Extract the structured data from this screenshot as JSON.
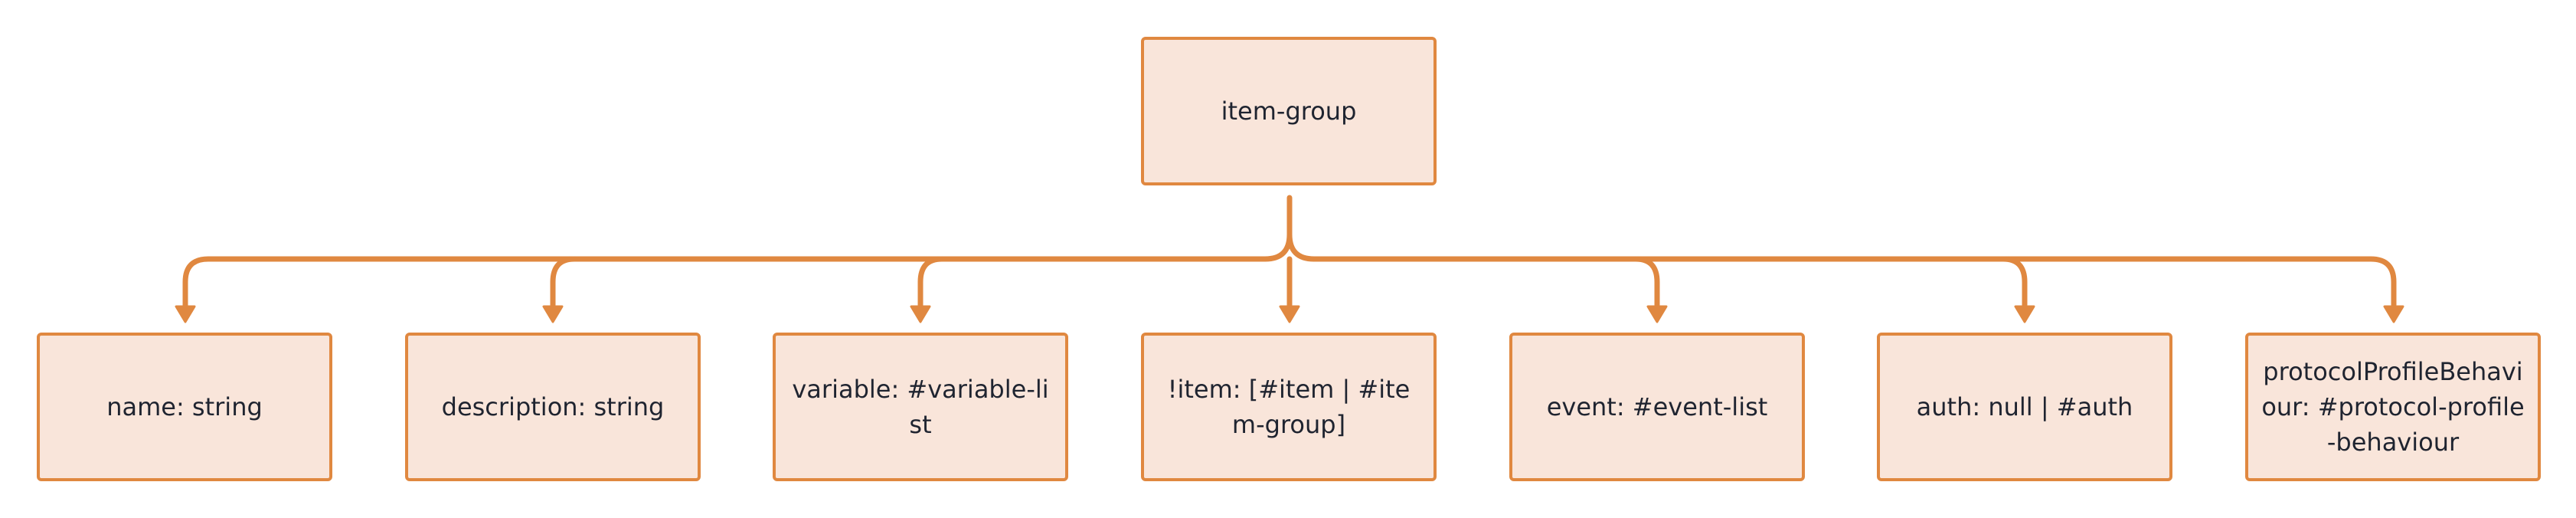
{
  "diagram": {
    "root": {
      "label": "item-group"
    },
    "children": [
      {
        "label": "name: string"
      },
      {
        "label": "description: string"
      },
      {
        "label": "variable: #variable-list"
      },
      {
        "label": "!item: [#item | #item-group]"
      },
      {
        "label": "event: #event-list"
      },
      {
        "label": "auth: null | #auth"
      },
      {
        "label": "protocolProfileBehaviour: #protocol-profile-behaviour"
      }
    ],
    "colors": {
      "node_fill": "#f9e5da",
      "node_border": "#e08840",
      "connector": "#e08840",
      "text": "#1f2430"
    }
  }
}
